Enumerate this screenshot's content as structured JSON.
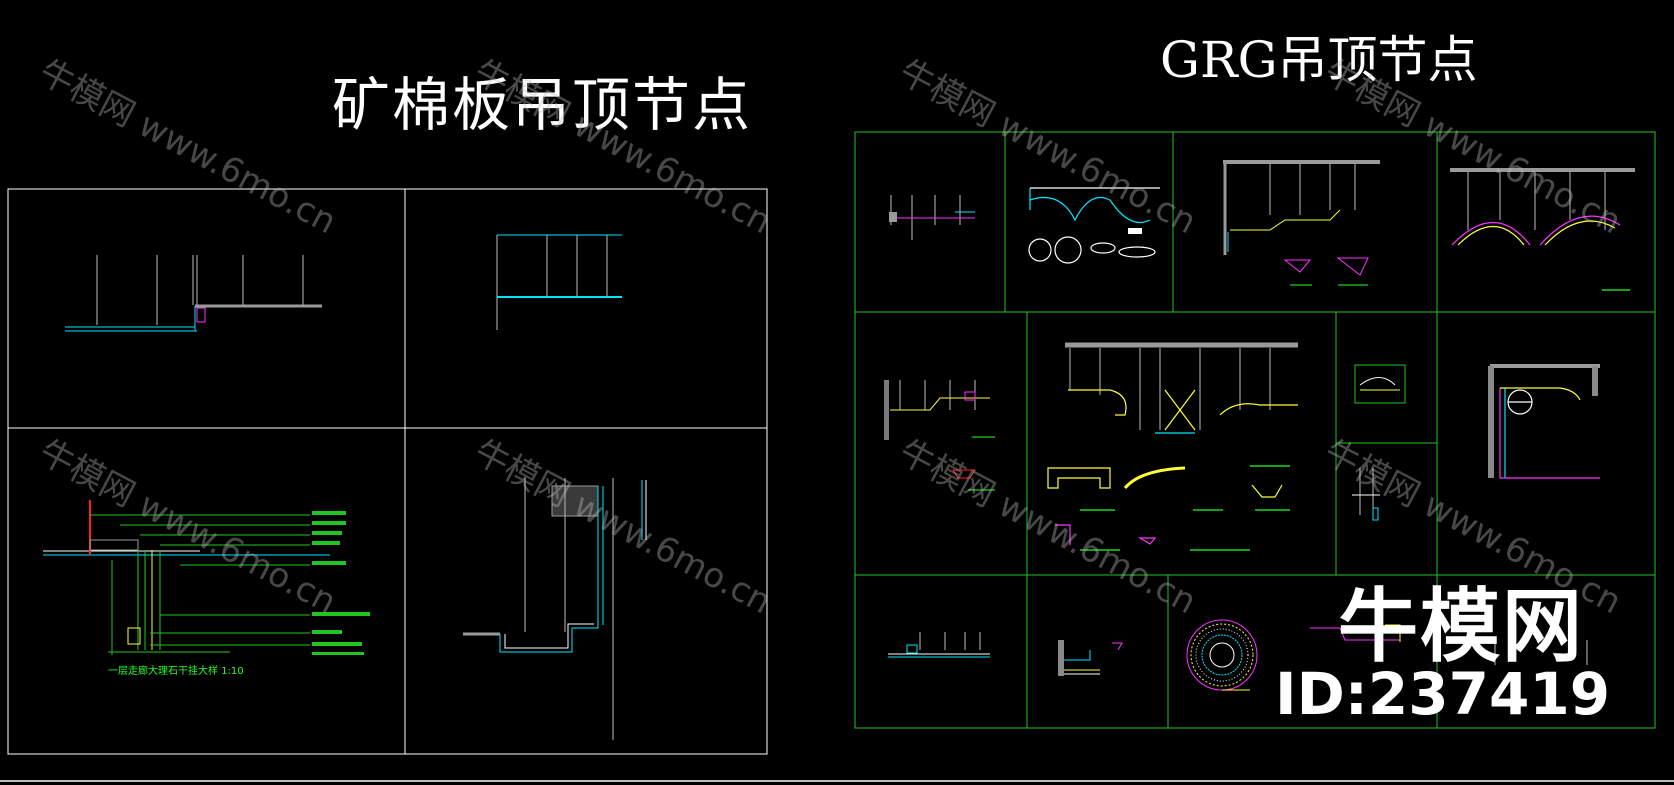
{
  "drawing": {
    "left_title": "矿棉板吊顶节点",
    "right_title": "GRG吊顶节点",
    "detail_caption": "一层走廊大理石干挂大样 1:10"
  },
  "watermark": {
    "text": "牛模网 www.6mo.cn"
  },
  "brand": {
    "name": "牛模网",
    "id_label": "ID:237419"
  },
  "colors": {
    "background": "#000000",
    "frame_white": "#ffffff",
    "grid_green": "#22c422",
    "cyan": "#00e5ff",
    "magenta": "#ff30ff",
    "yellow": "#ffff33",
    "red": "#ff2020",
    "gray": "#9a9a9a"
  }
}
